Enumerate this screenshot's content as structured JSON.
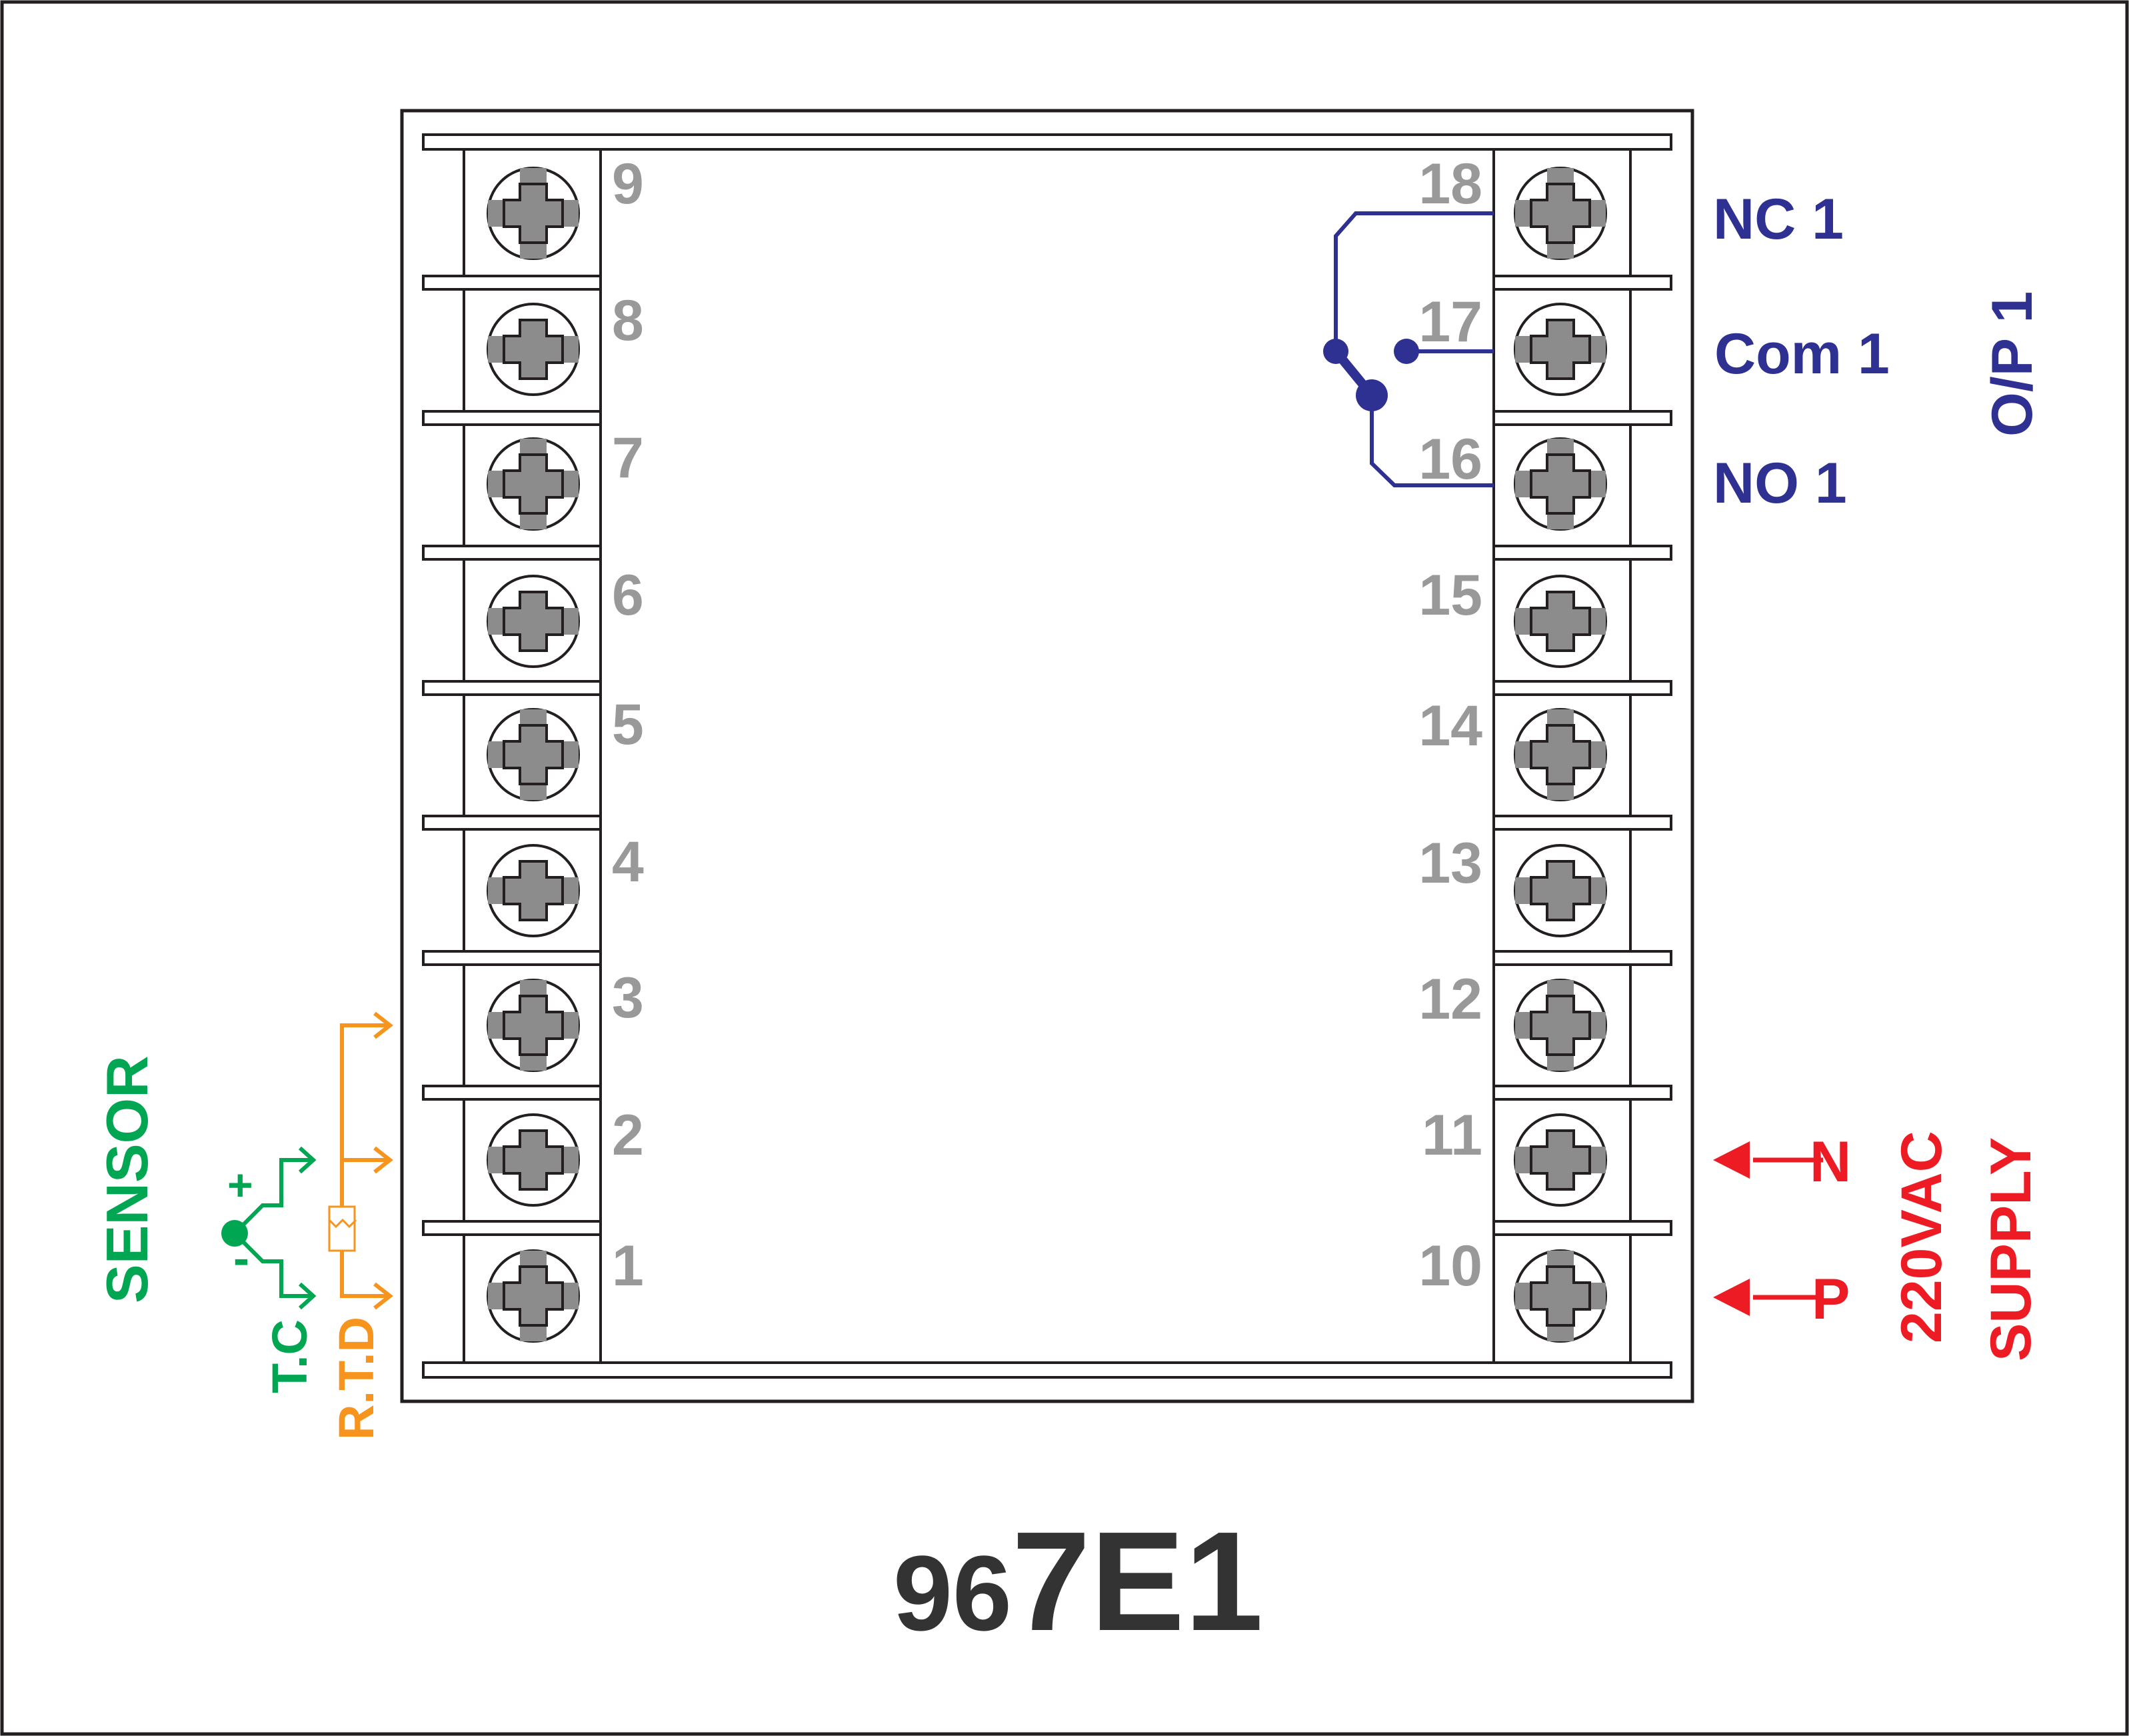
{
  "model": {
    "prefix": "96",
    "suffix": "7E1"
  },
  "terminals": {
    "left": [
      "9",
      "8",
      "7",
      "6",
      "5",
      "4",
      "3",
      "2",
      "1"
    ],
    "right": [
      "18",
      "17",
      "16",
      "15",
      "14",
      "13",
      "12",
      "11",
      "10"
    ]
  },
  "output": {
    "nc_label": "NC 1",
    "com_label": "Com 1",
    "no_label": "NO 1",
    "group_label": "O/P 1"
  },
  "supply": {
    "n_label": "N",
    "p_label": "P",
    "voltage_label": "220VAC",
    "supply_label": "SUPPLY"
  },
  "sensor": {
    "title": "SENSOR",
    "tc_label": "T.C",
    "rtd_label": "R.T.D",
    "plus": "+",
    "minus": "-"
  },
  "colors": {
    "terminal_numbers": "#999999",
    "output": "#2e3192",
    "supply": "#ed1c24",
    "thermocouple": "#00a651",
    "rtd": "#f7941d",
    "model": "#333333"
  }
}
